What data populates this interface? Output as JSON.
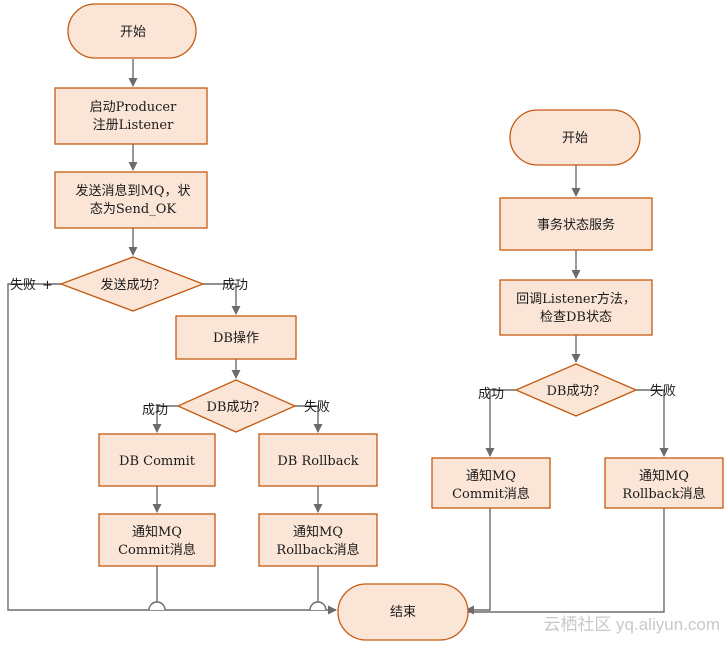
{
  "left_flow": {
    "start": "开始",
    "register": [
      "启动Producer",
      "注册Listener"
    ],
    "send": [
      "发送消息到MQ，状",
      "态为Send_OK"
    ],
    "decision_send": "发送成功？",
    "label_fail": "失败",
    "label_success": "成功",
    "db_op": "DB操作",
    "decision_db": "DB成功？",
    "label_db_success": "成功",
    "label_db_fail": "失败",
    "db_commit": "DB Commit",
    "db_rollback": "DB Rollback",
    "notify_commit": [
      "通知MQ",
      "Commit消息"
    ],
    "notify_rollback": [
      "通知MQ",
      "Rollback消息"
    ]
  },
  "right_flow": {
    "start": "开始",
    "tx_service": "事务状态服务",
    "callback": [
      "回调Listener方法，",
      "检查DB状态"
    ],
    "decision_db": "DB成功？",
    "label_success": "成功",
    "label_fail": "失败",
    "notify_commit": [
      "通知MQ",
      "Commit消息"
    ],
    "notify_rollback": [
      "通知MQ",
      "Rollback消息"
    ]
  },
  "end": "结束",
  "watermark": "云栖社区 yq.aliyun.com"
}
